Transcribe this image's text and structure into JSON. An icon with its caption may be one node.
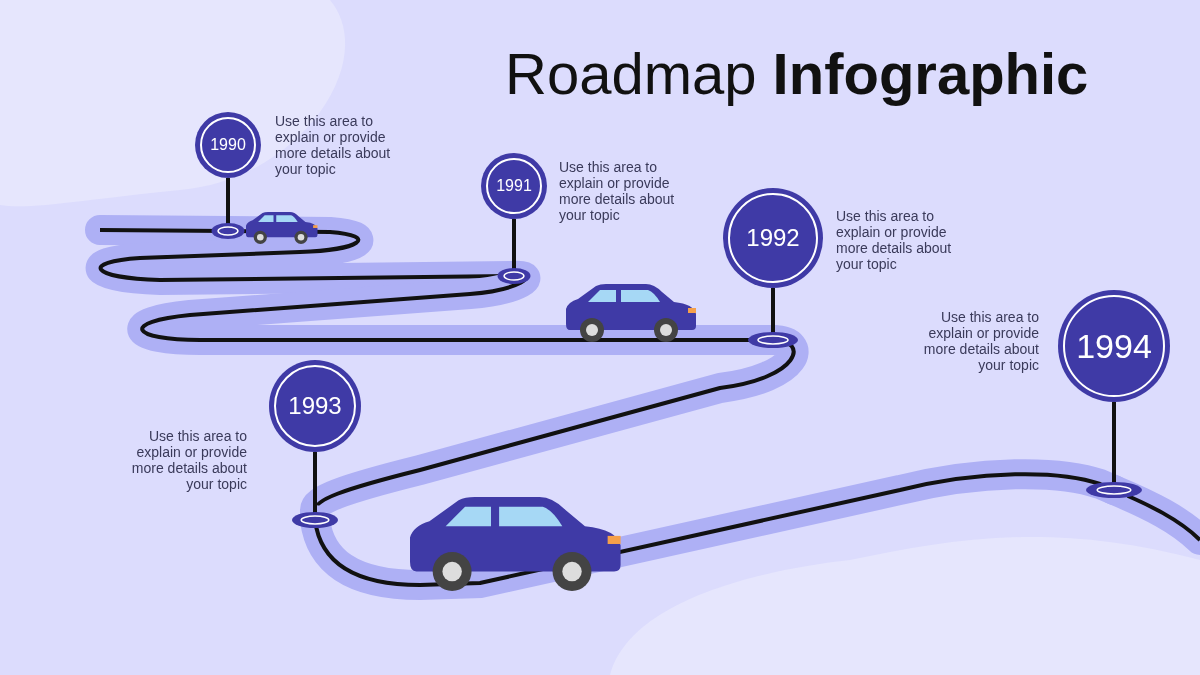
{
  "diagram": {
    "title": "Roadmap **Infographic**",
    "nodes": [
      {
        "text": [
          "1990"
        ],
        "beside": [
          "Use this area to explain or provide more details about your topic"
        ]
      },
      {
        "text": [
          "1991"
        ],
        "beside": [
          "Use this area to explain or provide more details about your topic"
        ]
      },
      {
        "text": [
          "1992"
        ],
        "beside": [
          "Use this area to explain or provide more details about your topic"
        ]
      },
      {
        "text": [
          "1993"
        ],
        "beside": [
          "Use this area to explain or provide more details about your topic"
        ]
      },
      {
        "text": [
          "1994"
        ],
        "beside": [
          "Use this area to explain or provide more details about your topic"
        ]
      }
    ],
    "edges": [
      {
        "from": 0,
        "to": 1,
        "arrow": "none"
      },
      {
        "from": 1,
        "to": 2,
        "arrow": "none"
      },
      {
        "from": 2,
        "to": 3,
        "arrow": "none"
      },
      {
        "from": 3,
        "to": 4,
        "arrow": "none"
      }
    ]
  }
}
